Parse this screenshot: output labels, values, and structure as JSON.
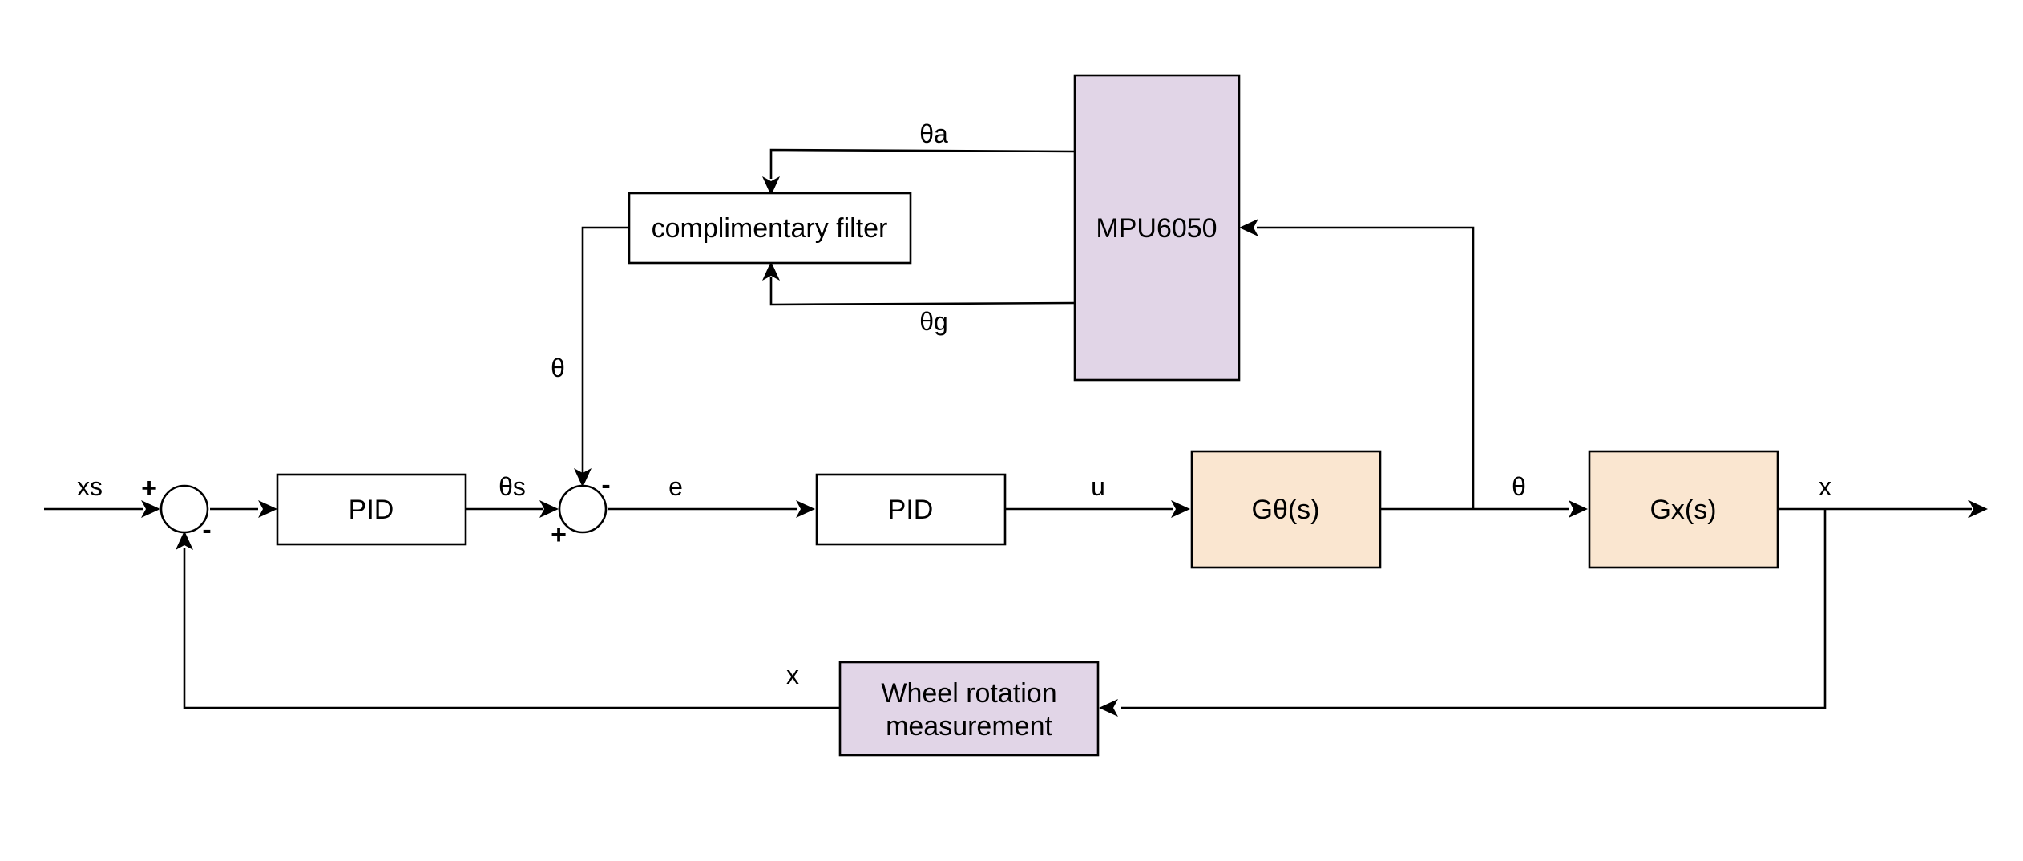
{
  "colors": {
    "plain_block_fill": "#ffffff",
    "sensor_block_fill": "#e1d5e7",
    "plant_block_fill": "#fae6d0",
    "line": "#000000"
  },
  "blocks": {
    "pid_outer": {
      "label": "PID"
    },
    "pid_inner": {
      "label": "PID"
    },
    "plant_theta": {
      "label": "Gθ(s)"
    },
    "plant_x": {
      "label": "Gx(s)"
    },
    "filter": {
      "label": "complimentary filter"
    },
    "mpu": {
      "label": "MPU6050"
    },
    "wheel": {
      "line1": "Wheel rotation",
      "line2": "measurement"
    }
  },
  "signals": {
    "xs": "xs",
    "theta_s": "θs",
    "e": "e",
    "u": "u",
    "theta_out": "θ",
    "x_out": "x",
    "theta_feedback": "θ",
    "theta_a": "θa",
    "theta_g": "θg",
    "x_feedback": "x"
  },
  "junctions": {
    "outer": {
      "plus": "+",
      "minus": "-"
    },
    "inner": {
      "plus": "+",
      "minus": "-"
    }
  }
}
